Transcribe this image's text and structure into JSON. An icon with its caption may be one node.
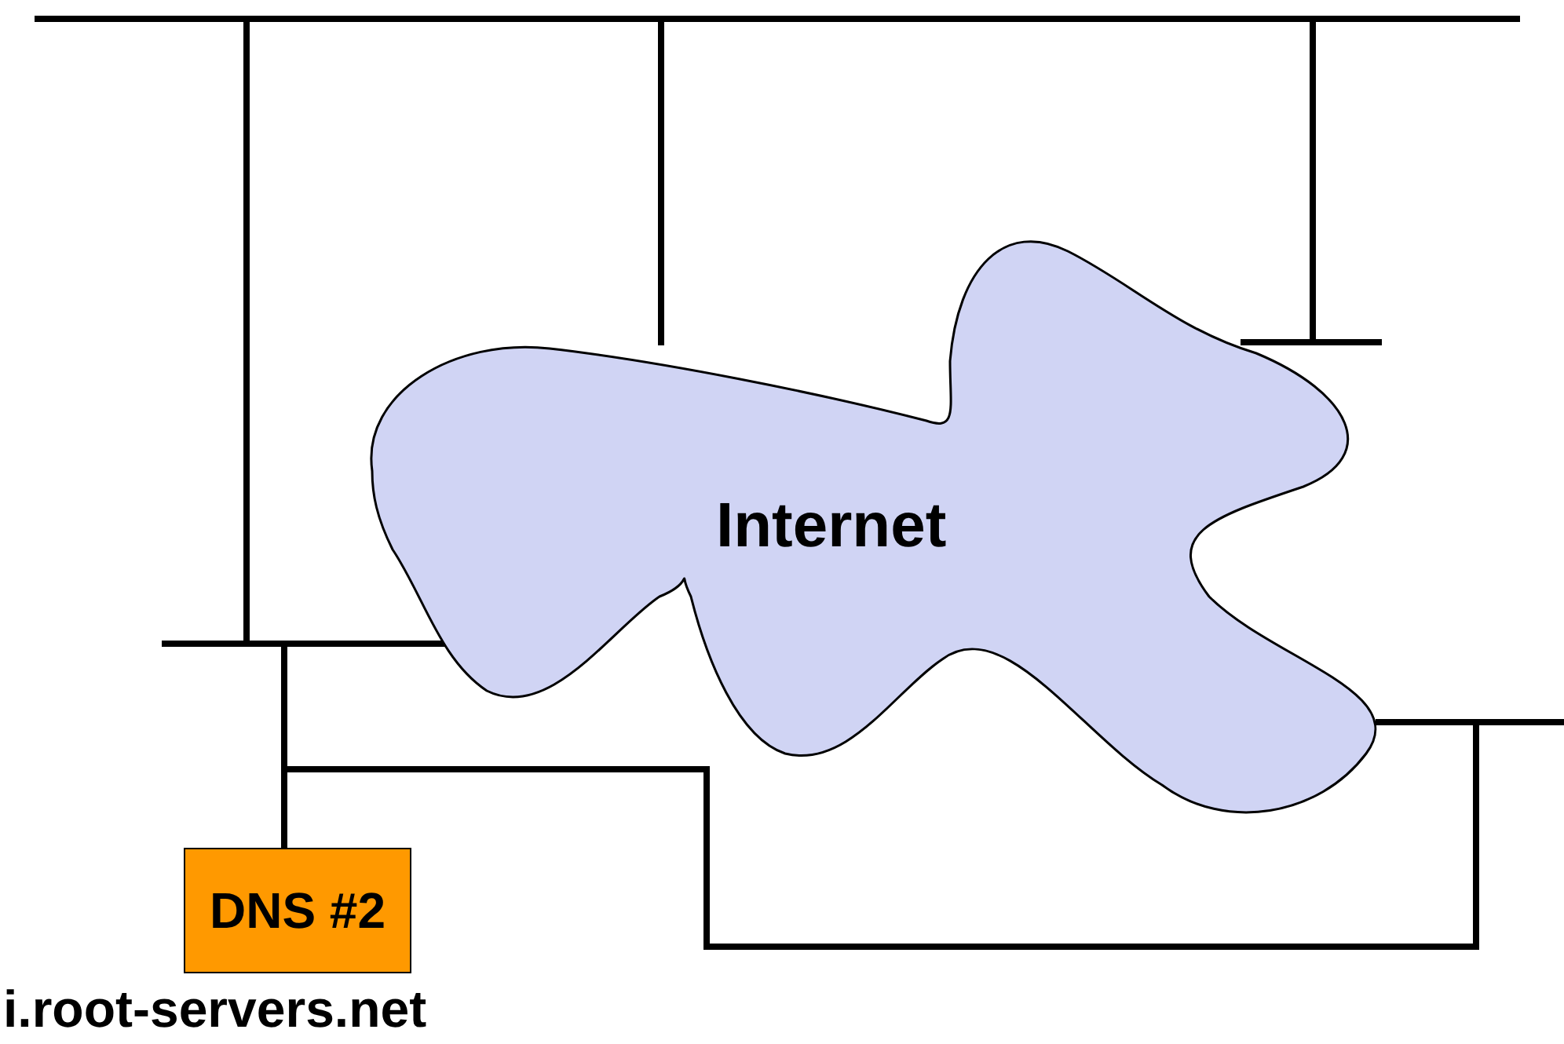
{
  "diagram": {
    "nodes": [
      {
        "text": [
          "Internet"
        ]
      },
      {
        "text": [
          "DNS #2"
        ],
        "beside": [
          "i.root-servers.net"
        ]
      }
    ],
    "edges": [
      {
        "from": 1,
        "to": 0,
        "arrow": "none"
      },
      {
        "from": 1,
        "to": 0,
        "arrow": "none"
      }
    ]
  }
}
